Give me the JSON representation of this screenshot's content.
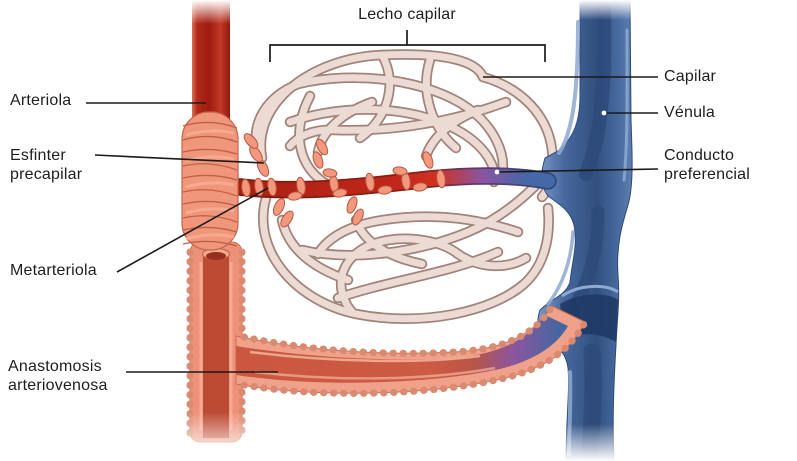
{
  "title": "Lecho capilar",
  "labels": {
    "arteriola": "Arteriola",
    "esfinter_precapilar": "Esfinter precapilar",
    "metarteriola": "Metarteriola",
    "anastomosis_arteriovenosa": "Anastomosis arteriovenosa",
    "capilar": "Capilar",
    "venula": "Vénula",
    "conducto_preferencial": "Conducto preferencial"
  },
  "colors": {
    "artery_red_core": "#a11d0f",
    "artery_red_edge": "#dd6e57",
    "muscle_salmon": "#f0967b",
    "muscle_band_line": "#c05f47",
    "sphincter_fill": "#f2997d",
    "sphincter_outline": "#b85741",
    "capillary_fill": "#ecdad5",
    "capillary_outline": "#a2837a",
    "vein_light": "#7b99c6",
    "vein_mid": "#47689e",
    "vein_dark": "#2c4a7a",
    "transition_purple": "#8a55a0",
    "anastomosis_lumen": "#cb5740",
    "anastomosis_wall": "#f0a189",
    "leader_line": "#1b1b1b",
    "label_text": "#1e1e1e"
  }
}
